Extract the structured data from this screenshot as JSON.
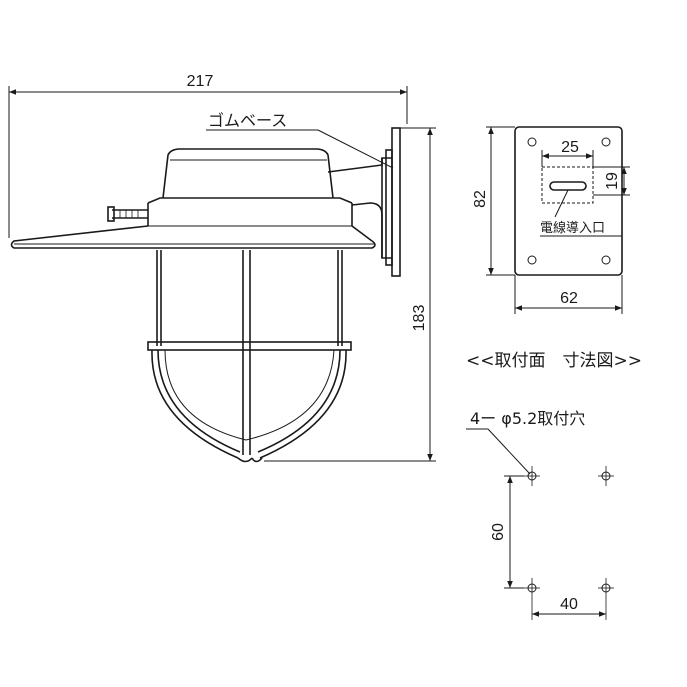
{
  "labels": {
    "width_total": "217",
    "height_total": "183",
    "rubber_base": "ゴムベース",
    "plate_height": "82",
    "plate_width": "62",
    "slot_width": "25",
    "slot_height": "19",
    "wire_entry": "電線導入口",
    "section_title": "<<取付面　寸法図>>",
    "holes_note": "4ー φ5.2取付穴",
    "hole_v_spacing": "60",
    "hole_h_spacing": "40"
  }
}
